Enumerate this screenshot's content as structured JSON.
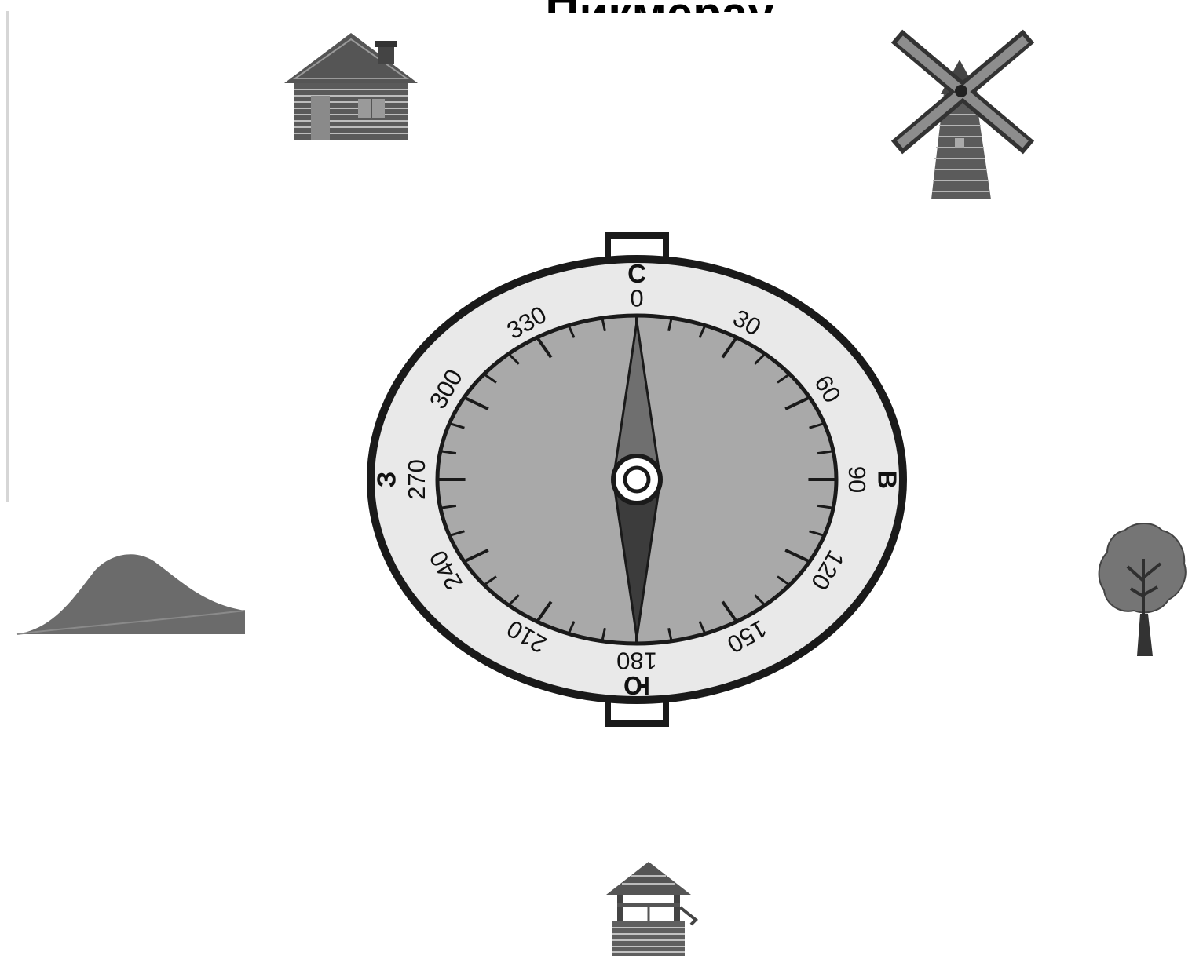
{
  "heading_fragment": "Пикмерау",
  "compass": {
    "cardinals": [
      {
        "angle": 0,
        "label": "С"
      },
      {
        "angle": 90,
        "label": "В"
      },
      {
        "angle": 180,
        "label": "Ю"
      },
      {
        "angle": 270,
        "label": "З"
      }
    ],
    "degree_labels": [
      0,
      30,
      60,
      90,
      120,
      150,
      180,
      210,
      240,
      270,
      300,
      330
    ],
    "tick_step_degrees": 10,
    "colors": {
      "dial_fill": "#a9a9a9",
      "ring_fill": "#e9e9e9",
      "outline": "#1a1a1a",
      "needle_north": "#6f6f6f",
      "needle_south": "#3c3c3c"
    }
  },
  "landmarks": [
    {
      "name": "house",
      "icon": "log-house-icon",
      "direction": "north-west"
    },
    {
      "name": "windmill",
      "icon": "windmill-icon",
      "direction": "north-east"
    },
    {
      "name": "hill",
      "icon": "hill-icon",
      "direction": "west"
    },
    {
      "name": "tree",
      "icon": "tree-icon",
      "direction": "east"
    },
    {
      "name": "well",
      "icon": "well-icon",
      "direction": "south"
    }
  ]
}
